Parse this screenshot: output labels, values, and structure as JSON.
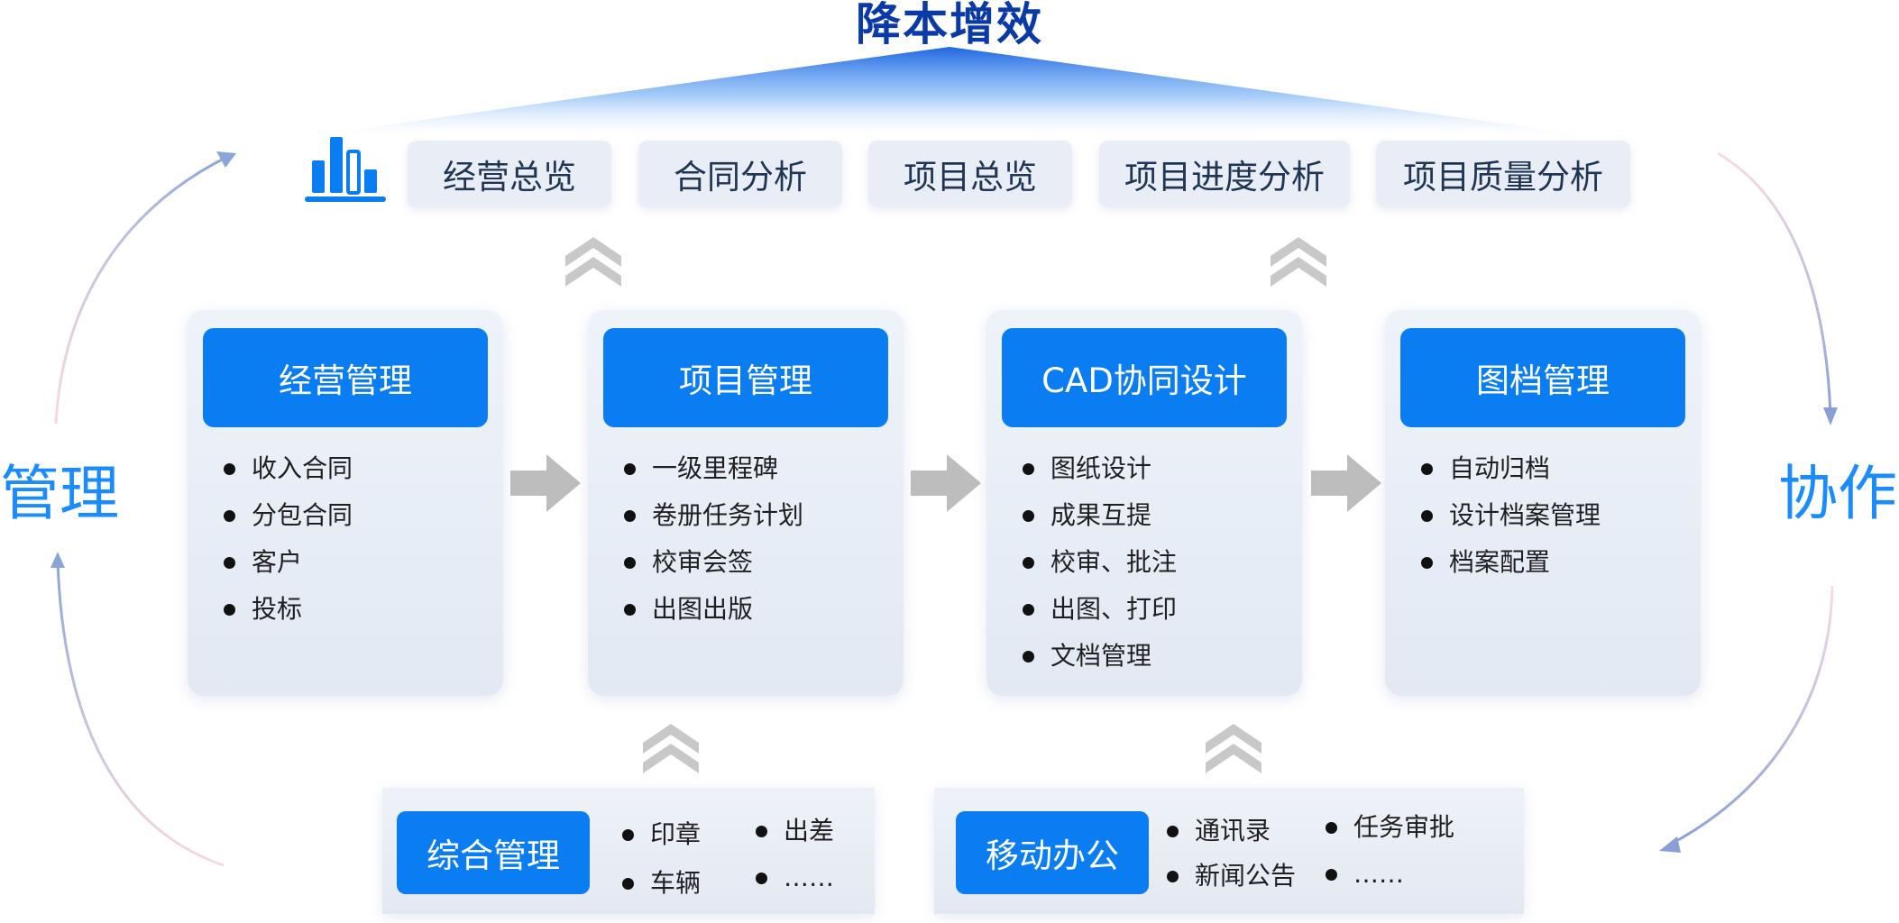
{
  "title": "降本增效",
  "top_items": [
    {
      "label": "经营总览"
    },
    {
      "label": "合同分析"
    },
    {
      "label": "项目总览"
    },
    {
      "label": "项目进度分析"
    },
    {
      "label": "项目质量分析"
    }
  ],
  "side_left": "管理",
  "side_right": "协作",
  "modules": [
    {
      "title": "经营管理",
      "items": [
        "收入合同",
        "分包合同",
        "客户",
        "投标"
      ]
    },
    {
      "title": "项目管理",
      "items": [
        "一级里程碑",
        "卷册任务计划",
        "校审会签",
        "出图出版"
      ]
    },
    {
      "title": "CAD协同设计",
      "items": [
        "图纸设计",
        "成果互提",
        "校审、批注",
        "出图、打印",
        "文档管理"
      ]
    },
    {
      "title": "图档管理",
      "items": [
        "自动归档",
        "设计档案管理",
        "档案配置"
      ]
    }
  ],
  "bottom_panels": [
    {
      "title": "综合管理",
      "items": [
        "印章",
        "出差",
        "车辆",
        "……"
      ]
    },
    {
      "title": "移动办公",
      "items": [
        "通讯录",
        "任务审批",
        "新闻公告",
        "……"
      ]
    }
  ],
  "colors": {
    "accent": "#0a7df2",
    "title": "#0a3aa8",
    "side_label": "#1a8cff",
    "arrow_gray": "#bdbdbd"
  },
  "icons": [
    "bar-chart-icon",
    "double-chevron-up-icon",
    "right-arrow-icon",
    "curved-arrow-icon"
  ]
}
